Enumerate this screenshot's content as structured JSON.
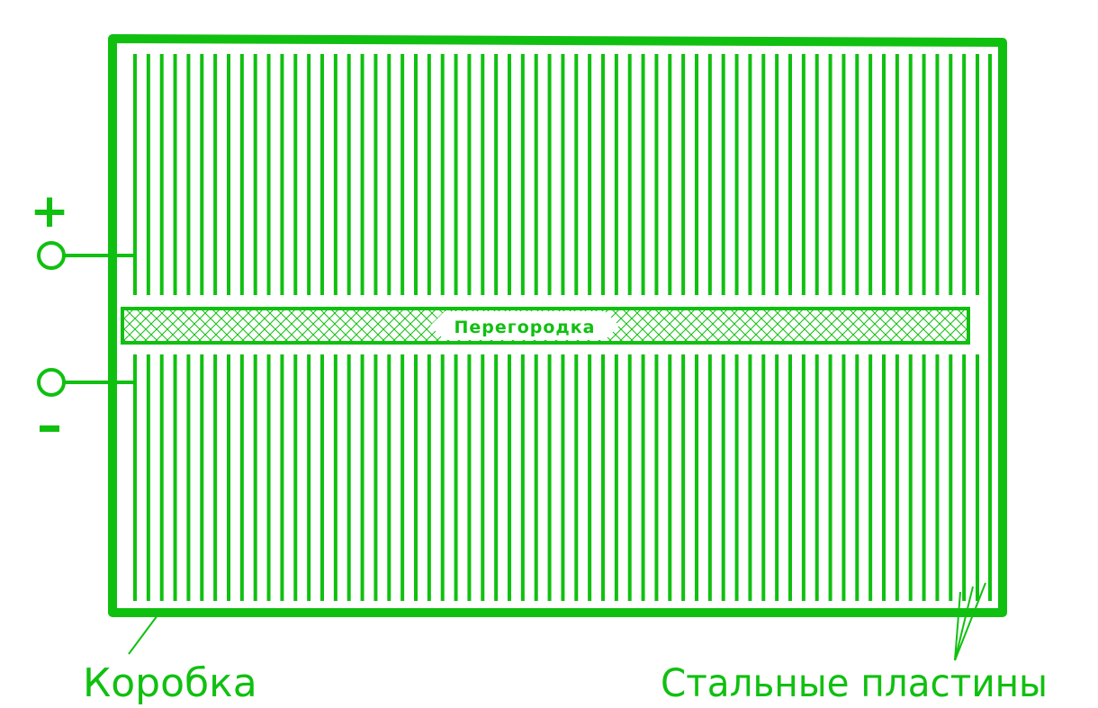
{
  "accent_color": "#10c010",
  "background_color": "#ffffff",
  "terminals": {
    "positive_sign": "+",
    "negative_sign": "–",
    "terminal_icon": "circle-terminal-icon"
  },
  "separator": {
    "label": "Перегородка",
    "fill_pattern": "crosshatch"
  },
  "callouts": {
    "box_label": "Коробка",
    "plates_label": "Стальные пластины"
  },
  "plates": {
    "top_count": 64,
    "bottom_count": 64
  }
}
